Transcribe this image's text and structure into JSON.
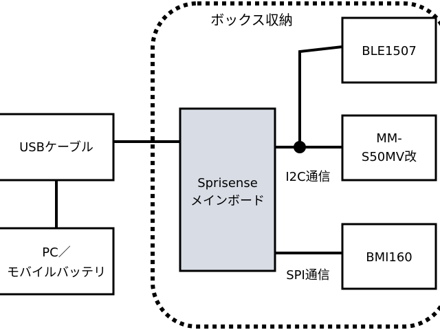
{
  "enclosure": {
    "label": "ボックス収納"
  },
  "nodes": {
    "usb_cable": {
      "label": "USBケーブル"
    },
    "pc_battery": {
      "line1": "PC／",
      "line2": "モバイルバッテリ"
    },
    "sprisense": {
      "line1": "Sprisense",
      "line2": "メインボード"
    },
    "ble": {
      "label": "BLE1507"
    },
    "mm": {
      "line1": "MM-",
      "line2": "S50MV改"
    },
    "bmi": {
      "label": "BMI160"
    }
  },
  "connections": {
    "i2c": {
      "label": "I2C通信"
    },
    "spi": {
      "label": "SPI通信"
    }
  },
  "colors": {
    "main_board_fill": "#d8dce5",
    "line": "#000000",
    "background": "#ffffff"
  }
}
